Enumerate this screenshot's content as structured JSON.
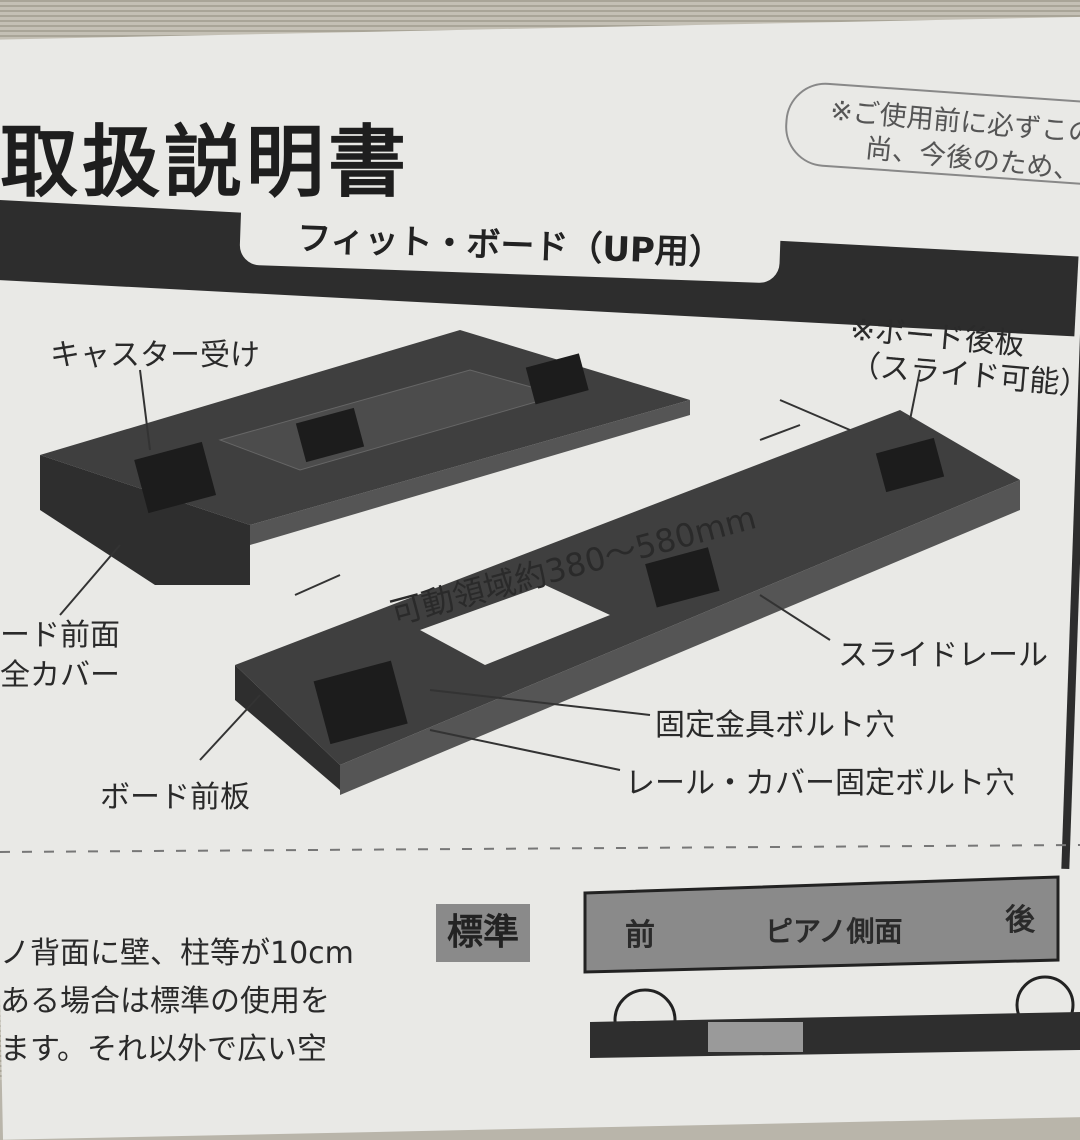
{
  "document": {
    "title": "取扱説明書",
    "product_label": "フィット・ボード（UP用）",
    "notice_lines": [
      "※ご使用前に必ずこの",
      "尚、今後のため、取扱"
    ]
  },
  "diagram": {
    "labels": {
      "caster_receiver": "キャスター受け",
      "back_board_1": "※ボード後板",
      "back_board_2": "（スライド可能）",
      "range": "可動領域約380～580mm",
      "front_cover_1": "ード前面",
      "front_cover_2": "全カバー",
      "slide_rail": "スライドレール",
      "fixing_bolt_hole": "固定金具ボルト穴",
      "rail_cover_bolt_hole": "レール・カバー固定ボルト穴",
      "front_board": "ボード前板"
    }
  },
  "standard_section": {
    "badge": "標準",
    "piano_front": "前",
    "piano_side": "ピアノ側面",
    "piano_back": "後",
    "body_lines": [
      "ノ背面に壁、柱等が10cm",
      "ある場合は標準の使用を",
      "ます。それ以外で広い空"
    ]
  }
}
